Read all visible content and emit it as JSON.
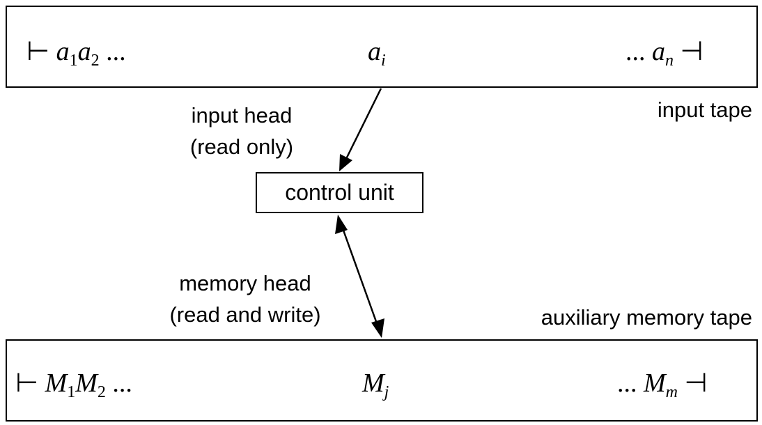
{
  "input_tape": {
    "label": "input tape",
    "left_marker": "⊢",
    "right_marker": "⊣",
    "first_cells": {
      "sym1": "a",
      "sub1": "1",
      "sym2": "a",
      "sub2": "2",
      "dots": "..."
    },
    "current_cell": {
      "sym": "a",
      "sub": "i"
    },
    "last_cell": {
      "dots": "...",
      "sym": "a",
      "sub": "n"
    }
  },
  "memory_tape": {
    "label": "auxiliary memory tape",
    "left_marker": "⊢",
    "right_marker": "⊣",
    "first_cells": {
      "sym1": "M",
      "sub1": "1",
      "sym2": "M",
      "sub2": "2",
      "dots": "..."
    },
    "current_cell": {
      "sym": "M",
      "sub": "j"
    },
    "last_cell": {
      "dots": "...",
      "sym": "M",
      "sub": "m"
    }
  },
  "control_unit": {
    "label": "control unit"
  },
  "input_head": {
    "line1": "input head",
    "line2": "(read only)"
  },
  "memory_head": {
    "line1": "memory head",
    "line2": "(read and write)"
  }
}
